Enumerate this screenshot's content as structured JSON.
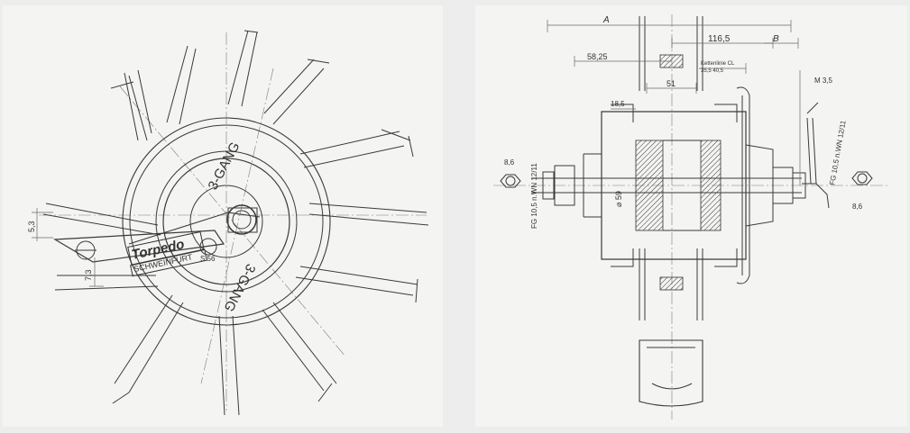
{
  "left_drawing": {
    "hub_marking_top": "3-GANG",
    "hub_marking_bottom": "3-GANG",
    "brand_name": "Torpedo",
    "brand_city": "SCHWEINFURT",
    "stamp_code": "S 56",
    "dim_lever_offset": "5,3",
    "dim_lever_drop": "7,3"
  },
  "right_drawing": {
    "dim_A": "A",
    "dim_B": "B",
    "dim_overall": "116,5",
    "dim_flange": "58,25",
    "dim_shell": "51",
    "dim_cone": "18,5",
    "dim_shell_diameter": "⌀ 59",
    "chainline_label": "Kettenlinie CL",
    "chainline_values": "35,5   40,5",
    "thread_left": "FG 10,5 n.WN 12/11",
    "thread_right": "FG 10,5 n.WN 12/11",
    "thread_cable": "M 3,5",
    "nut_left": "8,6",
    "nut_right": "8,6"
  }
}
